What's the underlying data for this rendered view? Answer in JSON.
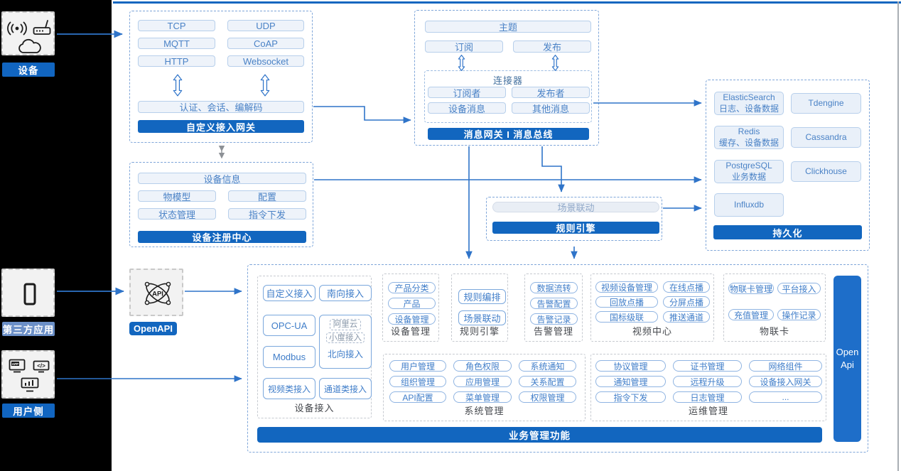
{
  "left_rail": {
    "device": {
      "label": "设备"
    },
    "third_party": {
      "label": "第三方应用"
    },
    "user_side": {
      "label": "用户侧"
    }
  },
  "openapi": {
    "label": "OpenAPI"
  },
  "custom_gateway": {
    "protocols": [
      "TCP",
      "UDP",
      "MQTT",
      "CoAP",
      "HTTP",
      "Websocket"
    ],
    "auth_bar": "认证、会话、编解码",
    "banner": "自定义接入网关"
  },
  "message_gateway": {
    "topic": "主题",
    "subscribe": "订阅",
    "publish": "发布",
    "connector_title": "连接器",
    "connector_items": [
      "订阅者",
      "发布者",
      "设备消息",
      "其他消息"
    ],
    "banner": "消息网关 I 消息总线"
  },
  "registry": {
    "device_info": "设备信息",
    "items": [
      "物模型",
      "配置",
      "状态管理",
      "指令下发"
    ],
    "banner": "设备注册中心"
  },
  "rule_engine_block": {
    "scene_linkage": "场景联动",
    "banner": "规则引擎"
  },
  "persistence": {
    "stores": [
      {
        "name": "ElasticSearch",
        "sub": "日志、设备数据"
      },
      {
        "name": "Tdengine"
      },
      {
        "name": "Redis",
        "sub": "缓存、设备数据"
      },
      {
        "name": "Cassandra"
      },
      {
        "name": "PostgreSQL",
        "sub": "业务数据"
      },
      {
        "name": "Clickhouse"
      },
      {
        "name": "Influxdb"
      }
    ],
    "banner": "持久化"
  },
  "business": {
    "device_access": {
      "label": "设备接入",
      "col1": [
        "自定义接入",
        "OPC-UA",
        "Modbus",
        "视频类接入"
      ],
      "south": "南向接入",
      "north_group": {
        "ali": "阿里云",
        "xiaodu": "小度接入",
        "north": "北向接入"
      },
      "channel": "通道类接入"
    },
    "device_mgmt": {
      "label": "设备管理",
      "pills": [
        "产品分类",
        "产品",
        "设备管理"
      ]
    },
    "rule_engine": {
      "label": "规则引擎",
      "pills": [
        "规则编排",
        "场景联动"
      ]
    },
    "alarm_mgmt": {
      "label": "告警管理",
      "pills": [
        "数据流转",
        "告警配置",
        "告警记录"
      ]
    },
    "video_center": {
      "label": "视频中心",
      "pills": [
        "视频设备管理",
        "在线点播",
        "回放点播",
        "分屏点播",
        "国标级联",
        "推送通道"
      ]
    },
    "iot_card": {
      "label": "物联卡",
      "pills": [
        "物联卡管理",
        "平台接入",
        "充值管理",
        "操作记录"
      ]
    },
    "system_mgmt": {
      "label": "系统管理",
      "pills": [
        "用户管理",
        "角色权限",
        "系统通知",
        "组织管理",
        "应用管理",
        "关系配置",
        "API配置",
        "菜单管理",
        "权限管理"
      ]
    },
    "ops_mgmt": {
      "label": "运维管理",
      "pills": [
        "协议管理",
        "证书管理",
        "网络组件",
        "通知管理",
        "远程升级",
        "设备接入网关",
        "指令下发",
        "日志管理",
        "..."
      ]
    },
    "open_api_bar_line1": "Open",
    "open_api_bar_line2": "Api",
    "banner": "业务管理功能"
  }
}
